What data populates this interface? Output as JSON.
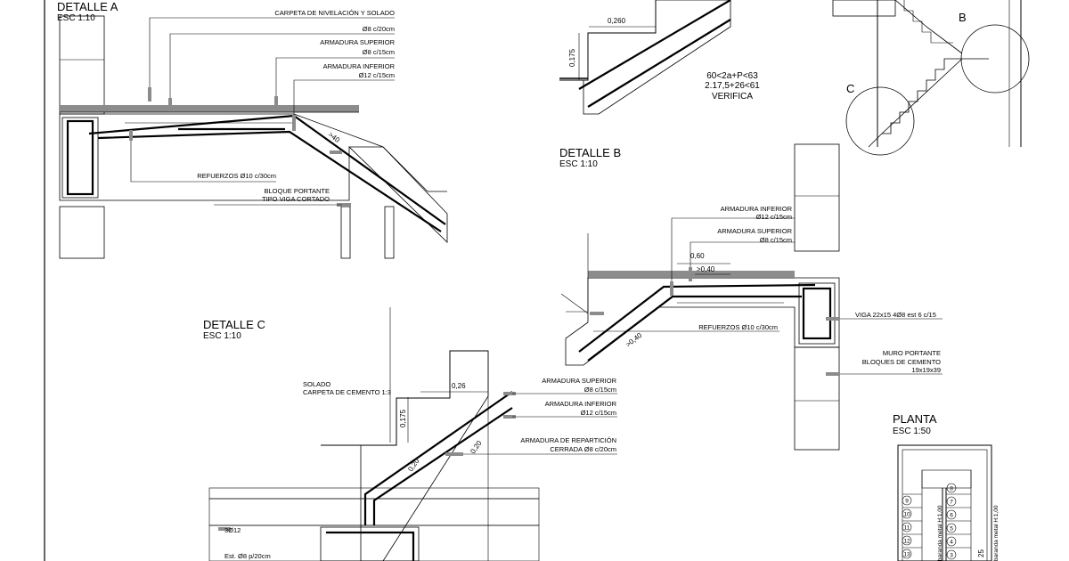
{
  "detail_a": {
    "title": "DETALLE A",
    "scale": "ESC 1:10",
    "notes": {
      "carpeta": "CARPETA DE NIVELACIÓN Y SOLADO",
      "carpeta_bar": "Ø8 c/20cm",
      "sup": "ARMADURA SUPERIOR",
      "sup_bar": "Ø8 c/15cm",
      "inf": "ARMADURA INFERIOR",
      "inf_bar": "Ø12 c/15cm",
      "refuerzos": "REFUERZOS Ø10 c/30cm",
      "bloque1": "BLOQUE PORTANTE",
      "bloque2": "TIPO VIGA CORTADO",
      "dim": ">40"
    }
  },
  "step_detail": {
    "dim_tread": "0,260",
    "dim_rise": "0,175",
    "verify1": "60<2a+P<63",
    "verify2": "2.17,5+26<61",
    "verify3": "VERIFICA"
  },
  "key_plan": {
    "label_b": "B",
    "label_c": "C"
  },
  "detail_b": {
    "title": "DETALLE B",
    "scale": "ESC 1:10",
    "notes": {
      "inf": "ARMADURA INFERIOR",
      "inf_bar": "Ø12 c/15cm",
      "sup": "ARMADURA SUPERIOR",
      "sup_bar": "Ø8 c/15cm",
      "dim_060": "0,60",
      "dim_040": ">0,40",
      "dim_040b": ">0,40",
      "refuerzos": "REFUERZOS Ø10 c/30cm",
      "viga": "VIGA 22x15 4Ø8 est 6 c/15",
      "muro1": "MURO PORTANTE",
      "muro2": "BLOQUES DE CEMENTO",
      "muro3": "19x19x39"
    }
  },
  "detail_c": {
    "title": "DETALLE C",
    "scale": "ESC 1:10",
    "notes": {
      "solado": "SOLADO",
      "carpeta": "CARPETA DE CEMENTO 1:3",
      "dim_026": "0,26",
      "dim_0175": "0,175",
      "dim_020a": "0,20",
      "dim_020b": "0,20",
      "sup": "ARMADURA SUPERIOR",
      "sup_bar": "Ø8 c/15cm",
      "inf": "ARMADURA INFERIOR",
      "inf_bar": "Ø12 c/15cm",
      "rep": "ARMADURA DE REPARTICIÓN",
      "rep_bar": "CERRADA Ø8 c/20cm",
      "bars": "3Ø12",
      "est": "Est. Ø8 p/20cm"
    }
  },
  "planta": {
    "title": "PLANTA",
    "scale": "ESC 1:50",
    "steps_left": [
      "9",
      "10",
      "11",
      "12",
      "13"
    ],
    "steps_right": [
      "8",
      "7",
      "6",
      "5",
      "4",
      "3"
    ],
    "rail_left": "baranda metal H:1,00",
    "rail_right": "baranda metal H:1,00",
    "dim": "25"
  }
}
